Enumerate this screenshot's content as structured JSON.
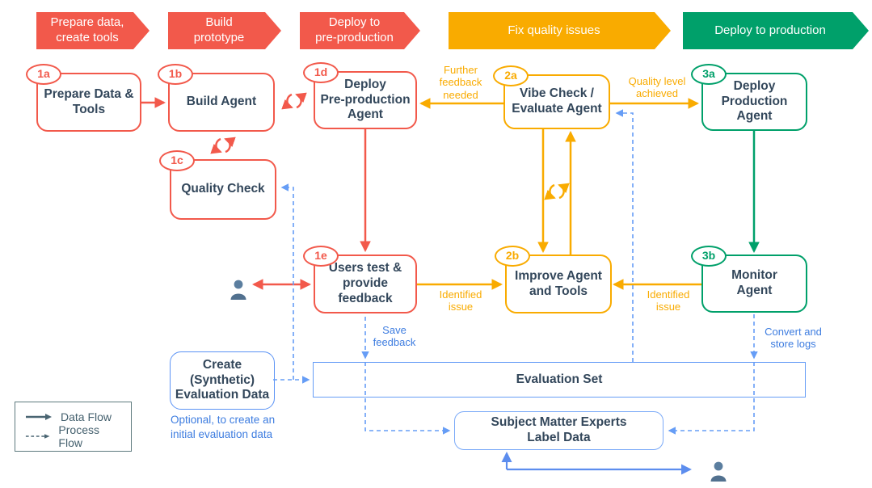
{
  "banner": [
    {
      "label": "Prepare data,\ncreate tools",
      "color": "red"
    },
    {
      "label": "Build\nprototype",
      "color": "red"
    },
    {
      "label": "Deploy to\npre-production",
      "color": "red"
    },
    {
      "label": "Fix quality issues",
      "color": "yellow"
    },
    {
      "label": "Deploy to production",
      "color": "green"
    }
  ],
  "boxes": {
    "prepare_data": {
      "badge": "1a",
      "label": "Prepare Data &\nTools",
      "color": "red"
    },
    "build_agent": {
      "badge": "1b",
      "label": "Build Agent",
      "color": "red"
    },
    "quality_check": {
      "badge": "1c",
      "label": "Quality Check",
      "color": "red"
    },
    "deploy_preprod": {
      "badge": "1d",
      "label": "Deploy\nPre-production\nAgent",
      "color": "red"
    },
    "users_test": {
      "badge": "1e",
      "label": "Users test &\nprovide\nfeedback",
      "color": "red"
    },
    "vibe_check": {
      "badge": "2a",
      "label": "Vibe Check /\nEvaluate Agent",
      "color": "yellow"
    },
    "improve_agent": {
      "badge": "2b",
      "label": "Improve Agent\nand Tools",
      "color": "yellow"
    },
    "deploy_prod": {
      "badge": "3a",
      "label": "Deploy\nProduction\nAgent",
      "color": "green"
    },
    "monitor_agent": {
      "badge": "3b",
      "label": "Monitor\nAgent",
      "color": "green"
    },
    "create_eval": {
      "label": "Create\n(Synthetic)\nEvaluation Data",
      "color": "blue"
    },
    "evaluation_set": {
      "label": "Evaluation Set",
      "color": "blue"
    },
    "sme_label_data": {
      "label": "Subject Matter Experts\nLabel Data",
      "color": "blue"
    }
  },
  "edge_labels": {
    "further_feedback": "Further\nfeedback\nneeded",
    "quality_achieved": "Quality level\nachieved",
    "identified_issue_left": "Identified\nissue",
    "identified_issue_right": "Identified\nissue",
    "save_feedback": "Save\nfeedback",
    "convert_logs": "Convert and\nstore logs",
    "optional_note": "Optional, to create an\ninitial evaluation data"
  },
  "legend": {
    "data_flow": "Data Flow",
    "process_flow": "Process Flow"
  },
  "colors": {
    "red": "#F2594B",
    "yellow": "#F9AB00",
    "green": "#00A06A",
    "blue_solid": "#5C8DEE",
    "blue_dashed": "#669DF6",
    "blue_text": "#3E7DE0",
    "navy_text": "#33475B",
    "person": "#5B7E9F"
  }
}
